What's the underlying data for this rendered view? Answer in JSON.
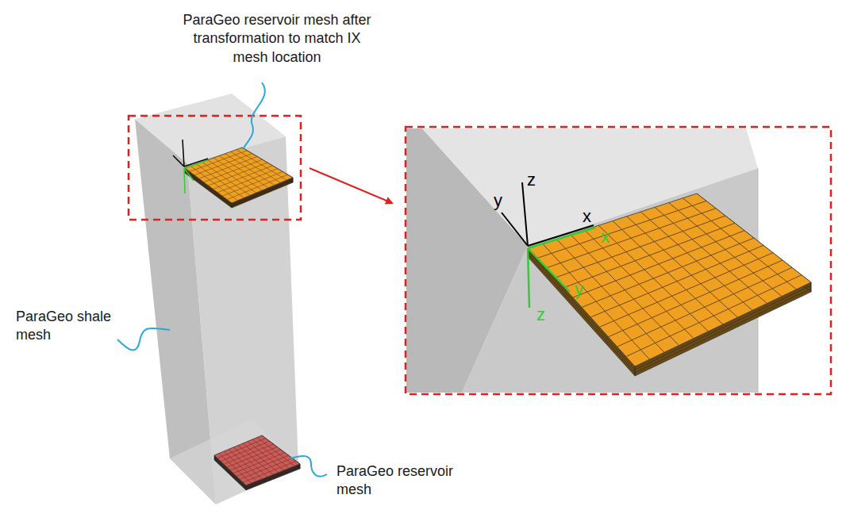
{
  "diagram": {
    "labels": [
      "ParaGeo reservoir mesh after transformation to match IX mesh location",
      "ParaGeo shale mesh",
      "ParaGeo reservoir mesh",
      "z",
      "y",
      "x",
      "x",
      "y",
      "z"
    ]
  }
}
